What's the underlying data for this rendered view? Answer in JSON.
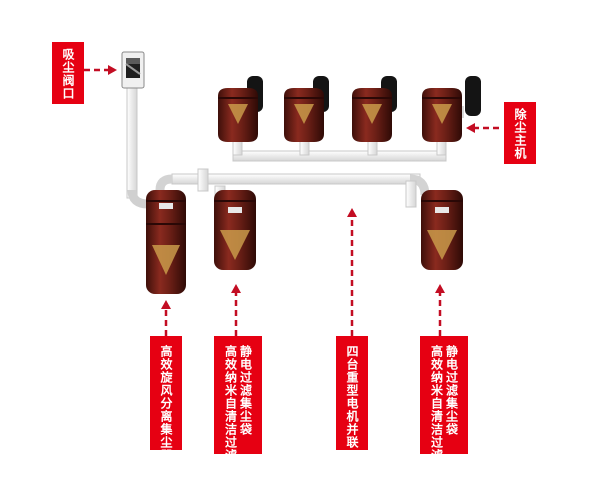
{
  "labels": {
    "dust_valve": "吸尘阀口",
    "dust_collector": "除尘主机",
    "cyclone": "高效旋风分离集尘器",
    "bag_filter_1": {
      "line1": "静电过滤集尘袋",
      "line2": "高效纳米自清洁过滤器"
    },
    "four_motor": "四台重型电机并联",
    "bag_filter_2": {
      "line1": "静电过滤集尘袋",
      "line2": "高效纳米自清洁过滤器"
    }
  },
  "colors": {
    "accent_red": "#e60012",
    "arrow_red": "#c30d23",
    "unit_body": "#6b1f16",
    "unit_gold": "#c99a4a",
    "pipe": "#e9e9e9"
  }
}
